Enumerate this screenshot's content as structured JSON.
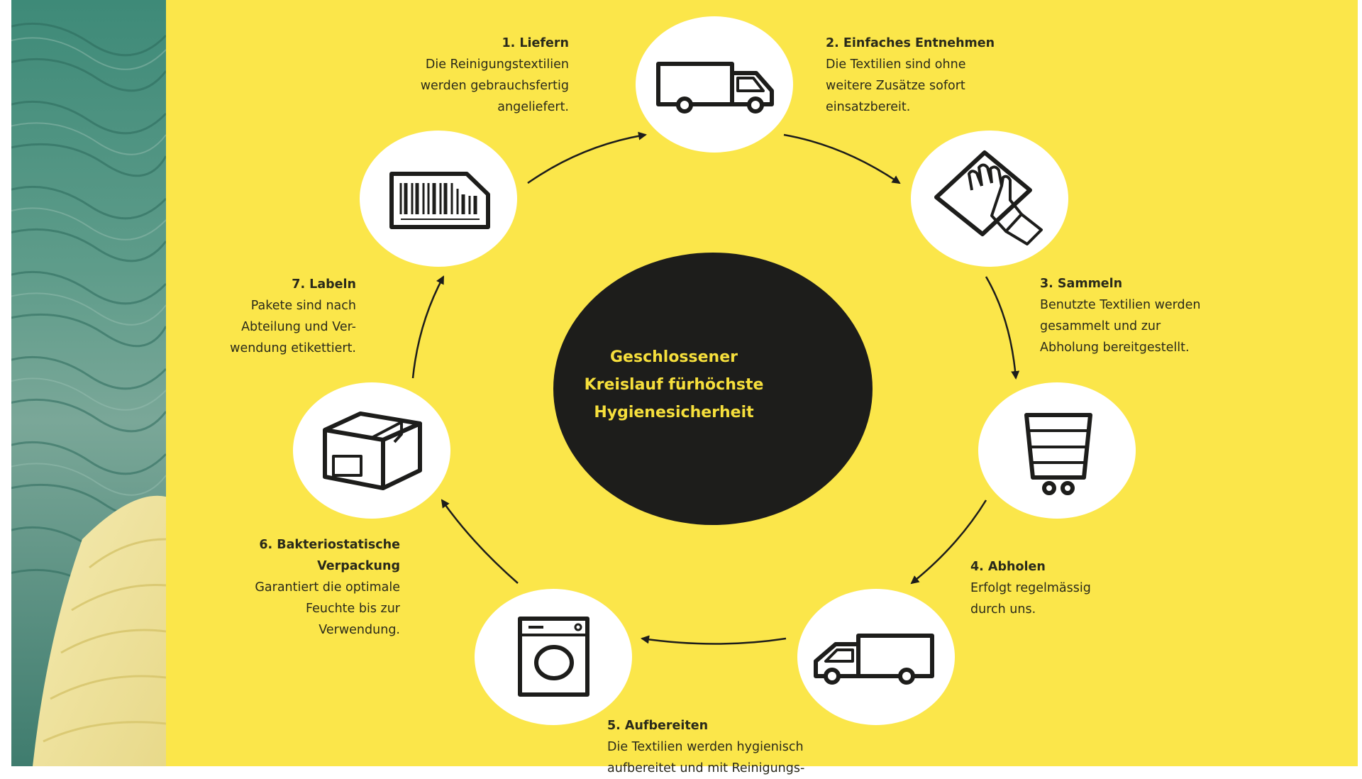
{
  "center": {
    "title": "Geschlossener\nKreislauf fürhöchste\nHygienesicherheit"
  },
  "steps": [
    {
      "id": 1,
      "title": "1. Liefern",
      "description": "Die Reinigungstextilien\nwerden gebrauchsfertig\nangeliefert.",
      "icon": "barcode-label-icon"
    },
    {
      "id": 2,
      "title": "2. Einfaches Entnehmen",
      "description": "Die Textilien sind ohne\nweitere Zusätze sofort\neinsatzbereit.",
      "icon": "delivery-truck-icon"
    },
    {
      "id": 3,
      "title": "3. Sammeln",
      "description": "Benutzte Textilien werden\ngesammelt und zur\nAbholung bereitgestellt.",
      "icon": "glove-cloth-icon"
    },
    {
      "id": 4,
      "title": "4. Abholen",
      "description": "Erfolgt regelmässig\ndurch uns.",
      "icon": "laundry-cart-icon"
    },
    {
      "id": 5,
      "title": "5. Aufbereiten",
      "description": "Die Textilien werden hygienisch\naufbereitet und mit Reinigungs-",
      "icon": "delivery-truck-icon"
    },
    {
      "id": 6,
      "title": "6. Bakteriostatische\nVerpackung",
      "description": "Garantiert die optimale\nFeuchte bis zur\nVerwendung.",
      "icon": "washing-machine-icon"
    },
    {
      "id": 7,
      "title": "7. Labeln",
      "description": "Pakete sind nach\nAbteilung und Ver-\nwendung etikettiert.",
      "icon": "package-box-icon"
    }
  ],
  "colors": {
    "panel": "#fbe64a",
    "ink": "#1d1d1b",
    "center_text": "#f6df3c",
    "node": "#ffffff"
  }
}
